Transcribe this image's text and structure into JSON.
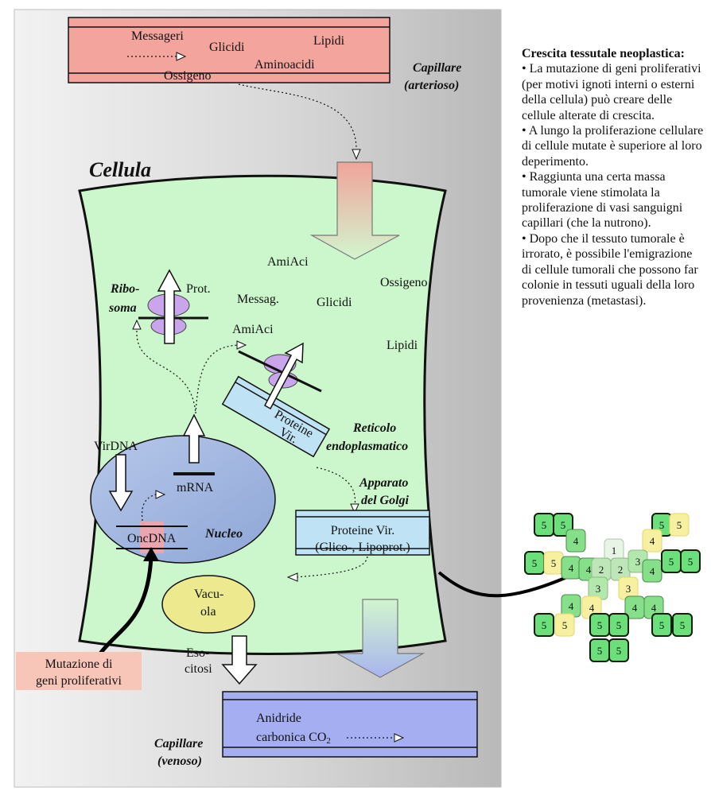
{
  "capillary_arterial": {
    "items": [
      "Messageri",
      "Glicidi",
      "Lipidi",
      "Aminoacidi",
      "Ossigeno"
    ],
    "label_line1": "Capillare",
    "label_line2": "(arterioso)"
  },
  "cell": {
    "title": "Cellula",
    "contents": [
      "AmiAci",
      "Ossigeno",
      "Messag.",
      "Glicidi",
      "Lipidi"
    ],
    "ribosome": {
      "label_line1": "Ribo-",
      "label_line2": "soma",
      "product": "Prot."
    },
    "er": {
      "aminoacid": "AmiAci",
      "proteins_line1": "Proteine",
      "proteins_line2": "Vir.",
      "label_line1": "Reticolo",
      "label_line2": "endoplasmatico"
    },
    "golgi": {
      "label_line1": "Apparato",
      "label_line2": "del Golgi",
      "proteins_line1": "Proteine Vir.",
      "proteins_line2": "(Glico-, Lipoprot.)"
    },
    "nucleus": {
      "label": "Nucleo",
      "virdna": "VirDNA",
      "mrna": "mRNA",
      "oncdna": "OncDNA"
    },
    "vacuole": {
      "line1": "Vacu-",
      "line2": "ola"
    }
  },
  "exocytosis": {
    "line1": "Eso-",
    "line2": "citosi"
  },
  "mutation_box": {
    "line1": "Mutazione di",
    "line2": "geni proliferativi"
  },
  "capillary_venous": {
    "content_line1": "Anidride",
    "content_line2": "carbonica CO",
    "content_sub": "2",
    "label_line1": "Capillare",
    "label_line2": "(venoso)"
  },
  "side_text": {
    "title": "Crescita tessutale neoplastica:",
    "bullets": [
      "• La mutazione di geni proliferativi (per motivi ignoti interni o esterni della cellula) può creare delle cellule alterate di crescita.",
      "• A lungo la proliferazione cellulare di cellule mutate è superiore al loro deperimento.",
      "• Raggiunta una certa massa tumorale viene stimolata la proliferazione di vasi sanguigni capillari (che la nutrono).",
      "• Dopo che il tessuto tumorale è irrorato, è possibile l'emigrazione di cellule tumorali che possono far colonie in tessuti uguali della loro provenienza (metastasi)."
    ]
  },
  "cluster_numbers": [
    "1",
    "2",
    "3",
    "4",
    "5"
  ],
  "colors": {
    "background_panel": "#d3d3d3",
    "cell_fill": "#ccf7cc",
    "arterial": "#f2a49d",
    "venous": "#a4aef0",
    "nucleus": "#a8bbe0",
    "vacuole": "#ece98f",
    "er_band": "#bfe3f4",
    "receptor": "#c9a6ec",
    "mutation_box": "#f8c6b8"
  }
}
